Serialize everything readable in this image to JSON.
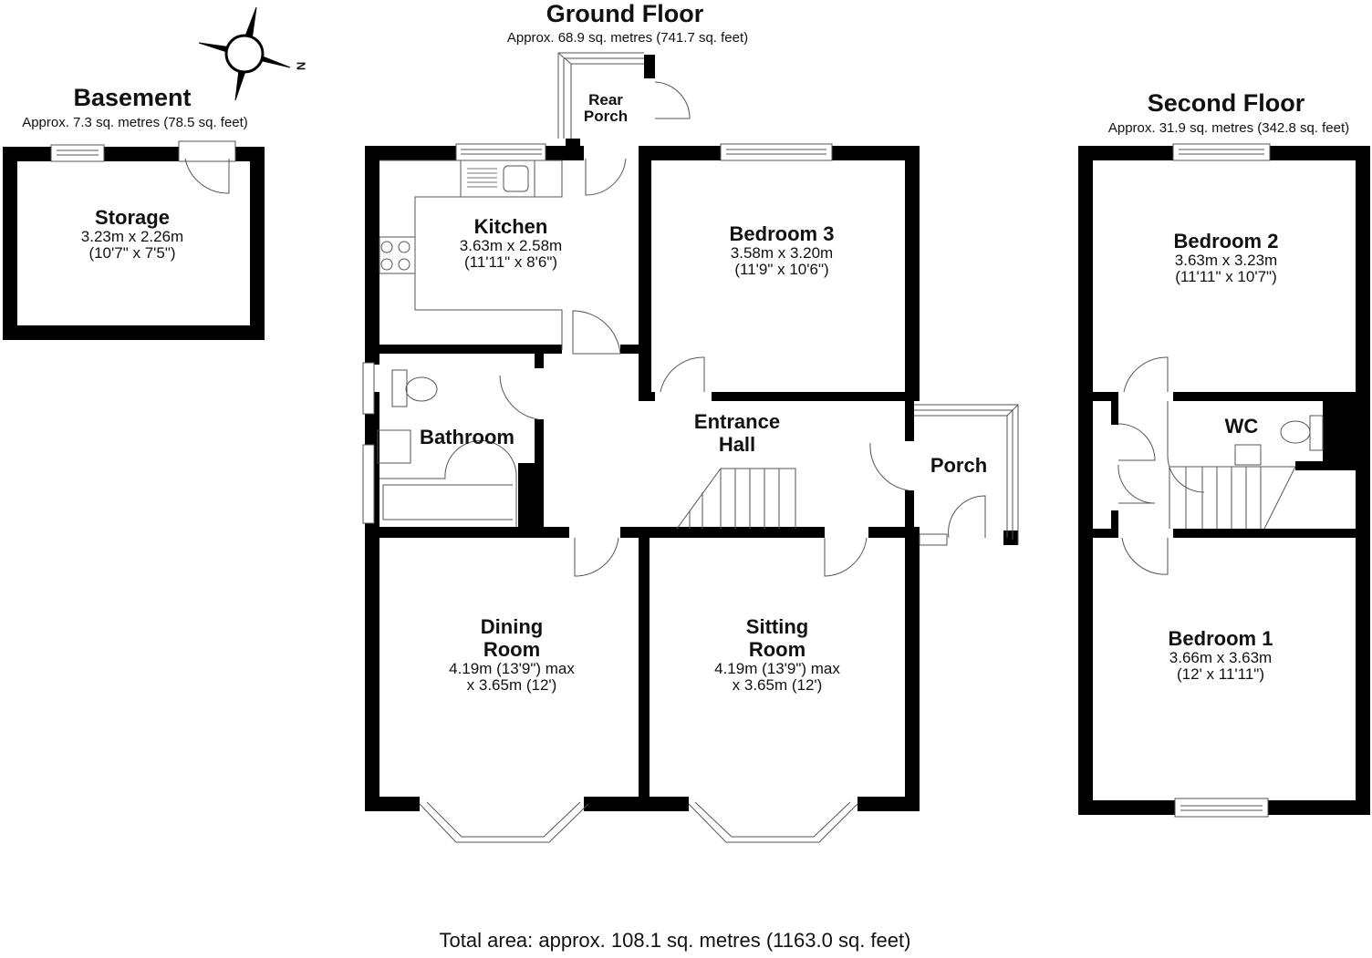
{
  "compass": {
    "icon": "compass-rose-icon",
    "north_label": "N"
  },
  "floors": {
    "basement": {
      "title": "Basement",
      "area": "Approx. 7.3 sq. metres (78.5 sq. feet)"
    },
    "ground": {
      "title": "Ground Floor",
      "area": "Approx. 68.9 sq. metres (741.7 sq. feet)"
    },
    "second": {
      "title": "Second Floor",
      "area": "Approx. 31.9 sq. metres (342.8 sq. feet)"
    }
  },
  "rooms": {
    "storage": {
      "name": "Storage",
      "dim1": "3.23m x 2.26m",
      "dim2": "(10'7\" x 7'5\")"
    },
    "kitchen": {
      "name": "Kitchen",
      "dim1": "3.63m x 2.58m",
      "dim2": "(11'11\" x 8'6\")"
    },
    "rear_porch": {
      "line1": "Rear",
      "line2": "Porch"
    },
    "bedroom3": {
      "name": "Bedroom 3",
      "dim1": "3.58m x 3.20m",
      "dim2": "(11'9\" x 10'6\")"
    },
    "bathroom": {
      "name": "Bathroom"
    },
    "entrance_hall": {
      "line1": "Entrance",
      "line2": "Hall"
    },
    "porch": {
      "name": "Porch"
    },
    "dining": {
      "line1": "Dining",
      "line2": "Room",
      "dim1": "4.19m (13'9\") max",
      "dim2": "x 3.65m (12')"
    },
    "sitting": {
      "line1": "Sitting",
      "line2": "Room",
      "dim1": "4.19m (13'9\") max",
      "dim2": "x 3.65m (12')"
    },
    "bedroom2": {
      "name": "Bedroom 2",
      "dim1": "3.63m x 3.23m",
      "dim2": "(11'11\" x 10'7\")"
    },
    "wc": {
      "name": "WC"
    },
    "bedroom1": {
      "name": "Bedroom 1",
      "dim1": "3.66m x 3.63m",
      "dim2": "(12' x 11'11\")"
    }
  },
  "total_area": "Total area: approx. 108.1 sq. metres (1163.0 sq. feet)"
}
